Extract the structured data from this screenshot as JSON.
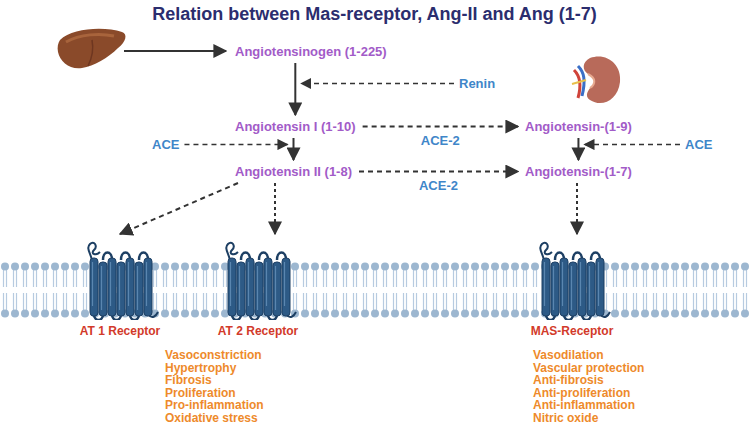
{
  "diagram": {
    "title": "Relation between Mas-receptor, Ang-II and Ang (1-7)",
    "nodes": [
      {
        "text": [
          "Angiotensinogen (1-225)"
        ]
      },
      {
        "text": [
          "Angiotensin I (1-10)"
        ]
      },
      {
        "text": [
          "Angiotensin-(1-9)"
        ]
      },
      {
        "text": [
          "Angiotensin II (1-8)"
        ]
      },
      {
        "text": [
          "Angiotensin-(1-7)"
        ]
      },
      {
        "text": [
          "AT 1 Receptor"
        ]
      },
      {
        "text": [
          "AT 2 Receptor"
        ]
      },
      {
        "text": [
          "MAS-Receptor"
        ]
      }
    ],
    "edges": [
      {
        "from": 0,
        "to": 1,
        "arrow": "to"
      },
      {
        "from": 1,
        "to": 2,
        "label": "ACE-2",
        "arrow": "to"
      },
      {
        "from": 1,
        "to": 3,
        "arrow": "to"
      },
      {
        "from": 2,
        "to": 4,
        "arrow": "to"
      },
      {
        "from": 3,
        "to": 4,
        "label": "ACE-2",
        "arrow": "to"
      },
      {
        "from": 3,
        "to": 5,
        "arrow": "to"
      },
      {
        "from": 3,
        "to": 6,
        "arrow": "to"
      },
      {
        "from": 4,
        "to": 7,
        "arrow": "to"
      }
    ],
    "labels": [
      "Renin",
      "ACE",
      "ACE",
      "Vasoconstriction",
      "Hypertrophy",
      "Fibrosis",
      "Proliferation",
      "Pro-inflammation",
      "Oxidative stress",
      "Vasodilation",
      "Vascular protection",
      "Anti-fibrosis",
      "Anti-proliferation",
      "Anti-inflammation",
      "Nitric oxide"
    ]
  }
}
